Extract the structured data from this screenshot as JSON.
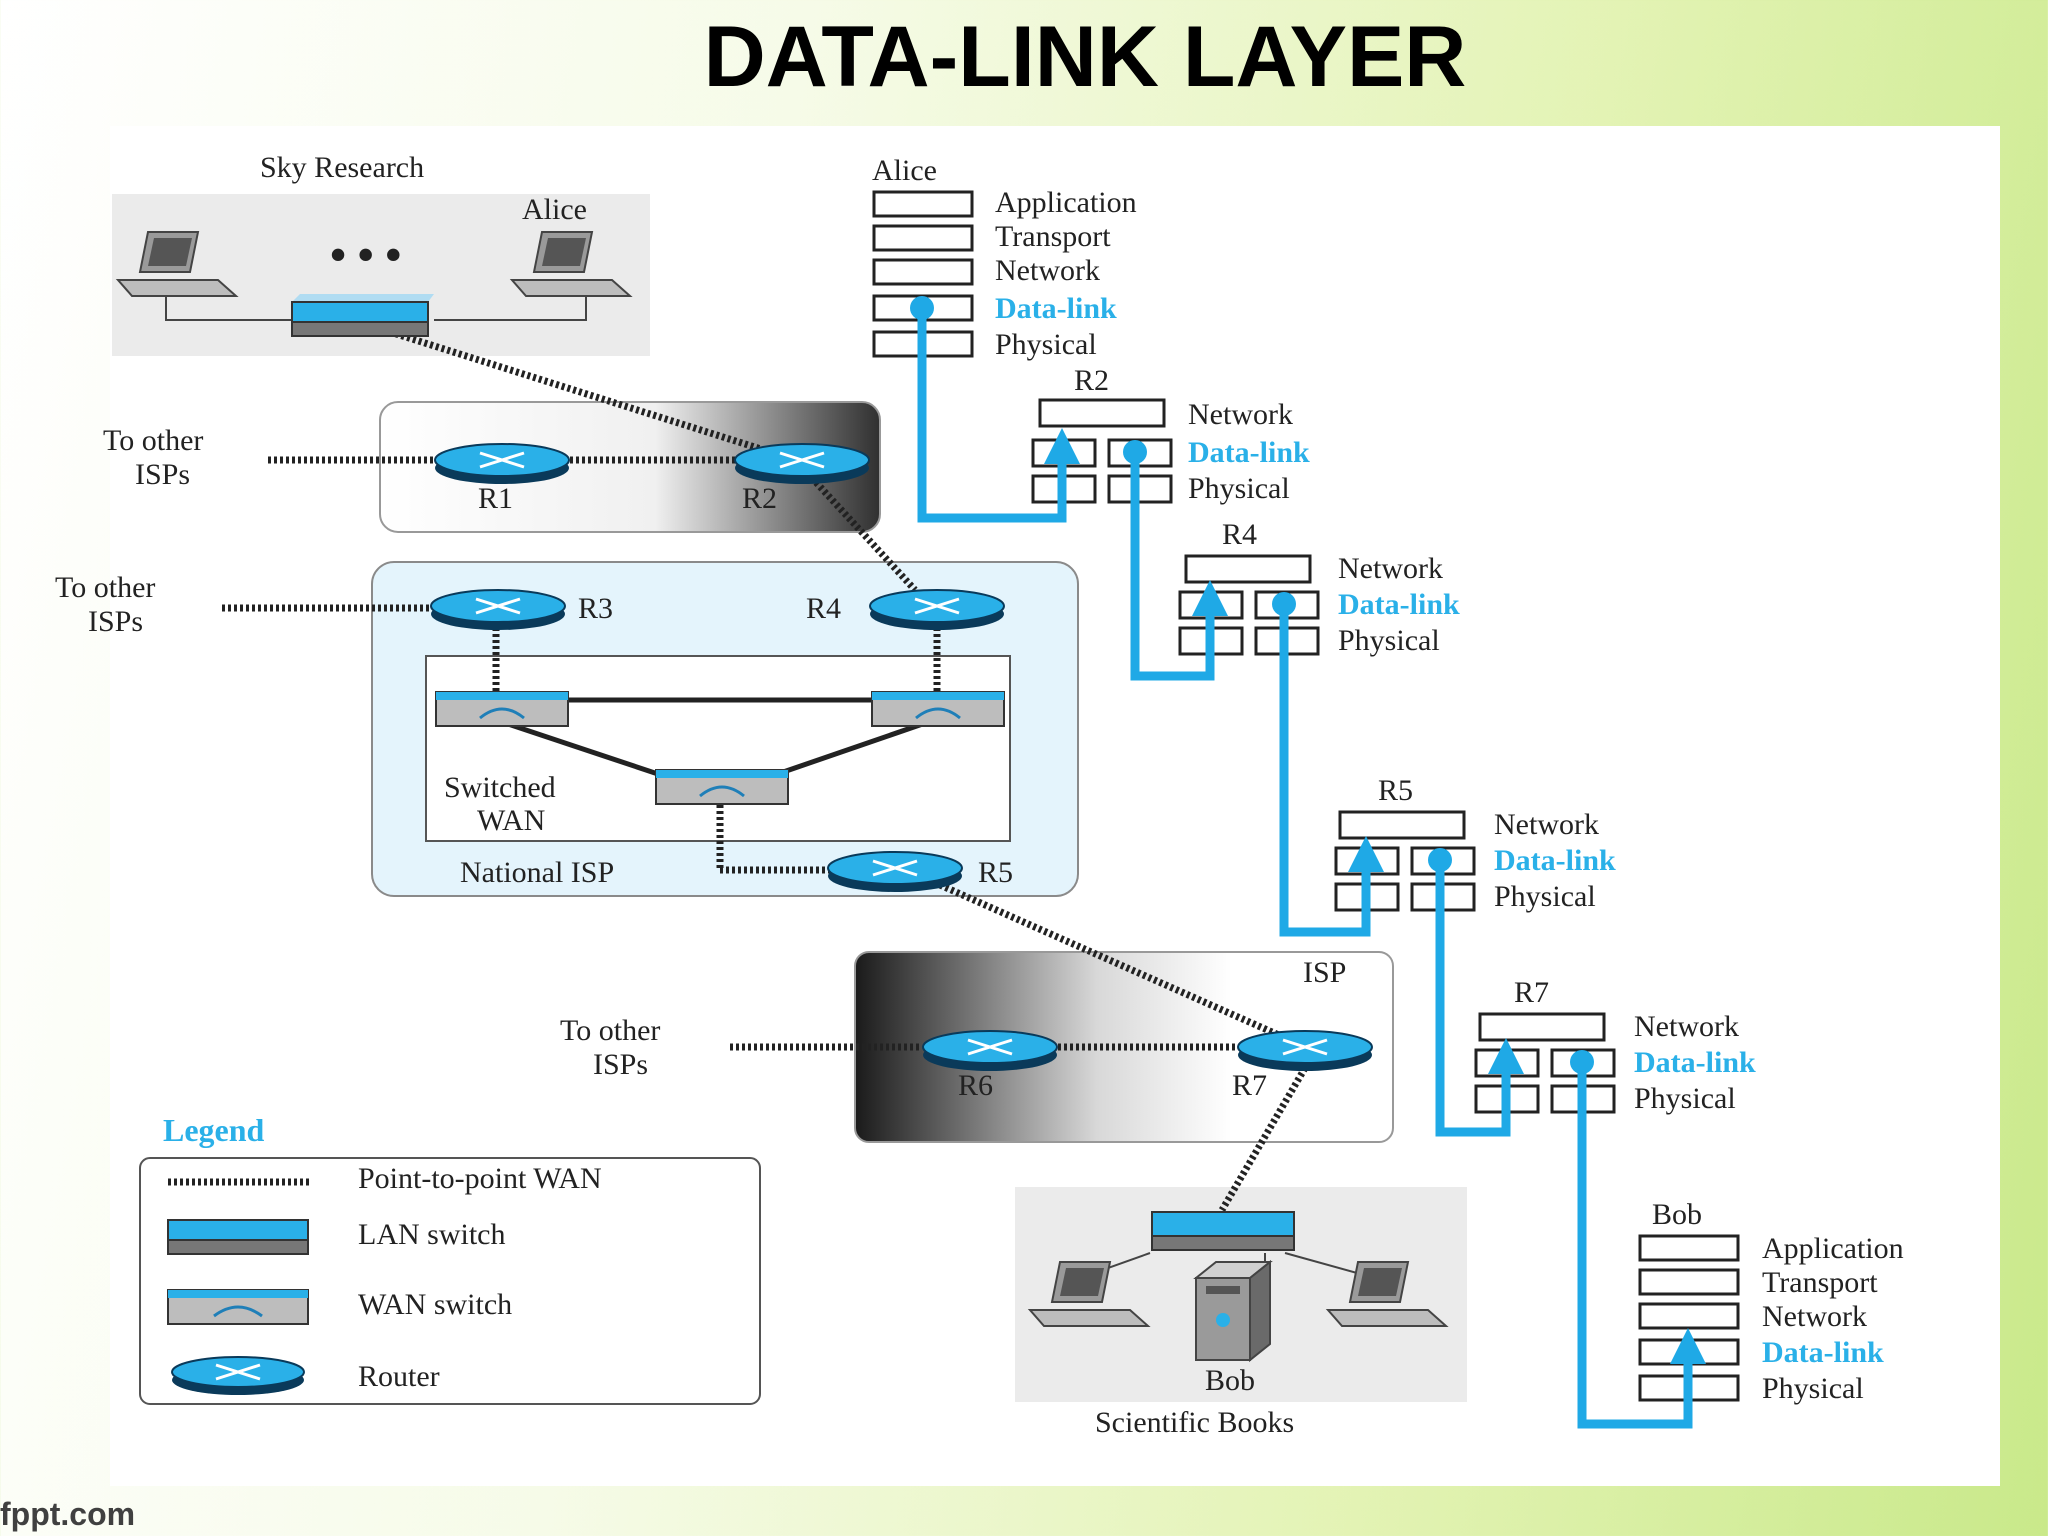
{
  "title": "DATA-LINK LAYER",
  "footer": "fppt.com",
  "colors": {
    "accent": "#1fa9e6",
    "background_green": "#c9e98a"
  },
  "networks": {
    "sky_research": "Sky Research",
    "alice": "Alice",
    "national_isp": "National ISP",
    "switched_wan": [
      "Switched",
      "WAN"
    ],
    "isp": "ISP",
    "bob": "Bob",
    "scientific_books": "Scientific Books"
  },
  "to_other_isps": [
    "To other",
    "ISPs"
  ],
  "routers": {
    "r1": "R1",
    "r2": "R2",
    "r3": "R3",
    "r4": "R4",
    "r5": "R5",
    "r6": "R6",
    "r7": "R7"
  },
  "layers": {
    "application": "Application",
    "transport": "Transport",
    "network": "Network",
    "data_link": "Data-link",
    "physical": "Physical"
  },
  "stacks": {
    "alice": "Alice",
    "r2": "R2",
    "r4": "R4",
    "r5": "R5",
    "r7": "R7",
    "bob": "Bob"
  },
  "legend": {
    "title": "Legend",
    "items": [
      "Point-to-point WAN",
      "LAN switch",
      "WAN switch",
      "Router"
    ]
  },
  "icons": [
    "laptop-icon",
    "server-icon",
    "router-icon",
    "lan-switch-icon",
    "wan-switch-icon"
  ]
}
